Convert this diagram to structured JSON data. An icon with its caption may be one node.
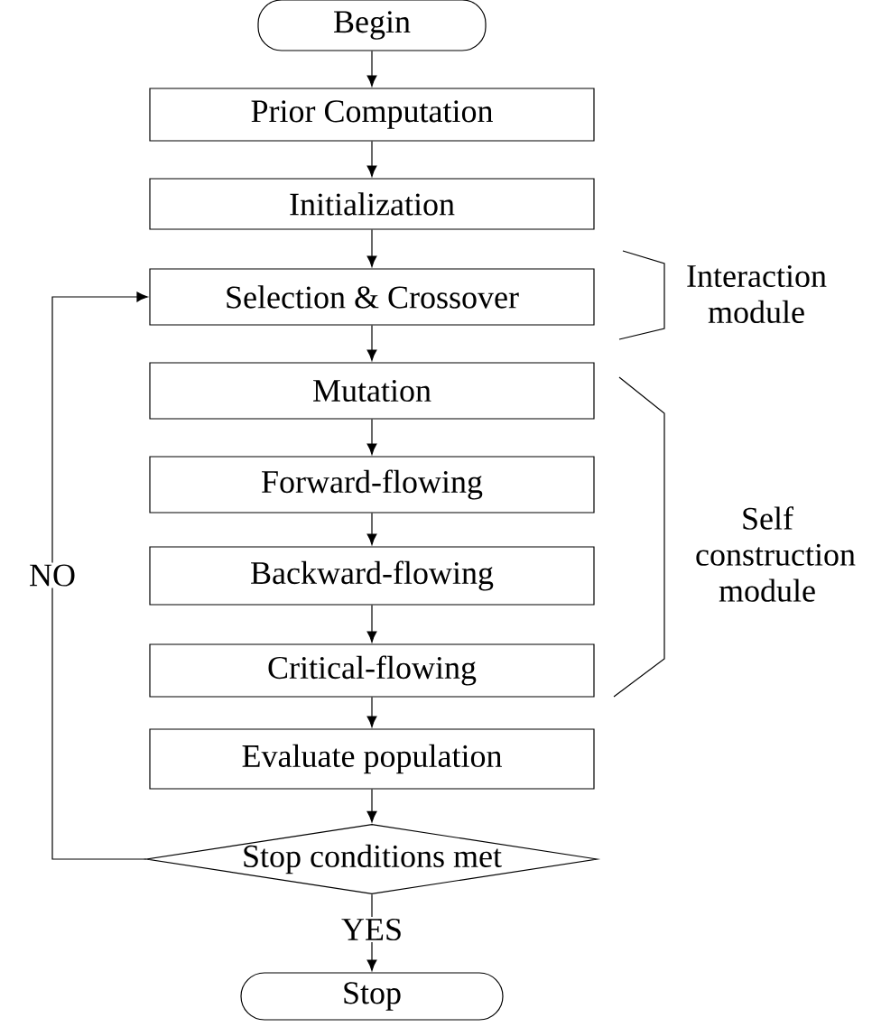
{
  "diagram": {
    "nodes": [
      {
        "text": [
          "Begin"
        ]
      },
      {
        "text": [
          "Prior Computation"
        ]
      },
      {
        "text": [
          "Initialization"
        ]
      },
      {
        "text": [
          "Selection & Crossover"
        ]
      },
      {
        "text": [
          "Mutation"
        ]
      },
      {
        "text": [
          "Forward-flowing"
        ]
      },
      {
        "text": [
          "Backward-flowing"
        ]
      },
      {
        "text": [
          "Critical-flowing"
        ]
      },
      {
        "text": [
          "Evaluate population"
        ]
      },
      {
        "text": [
          "Stop conditions met"
        ]
      },
      {
        "text": [
          "Stop"
        ]
      }
    ],
    "edges": [
      {
        "from": 0,
        "to": 1,
        "arrow": "to"
      },
      {
        "from": 1,
        "to": 2,
        "arrow": "to"
      },
      {
        "from": 2,
        "to": 3,
        "arrow": "to"
      },
      {
        "from": 3,
        "to": 4,
        "arrow": "to"
      },
      {
        "from": 4,
        "to": 5,
        "arrow": "to"
      },
      {
        "from": 5,
        "to": 6,
        "arrow": "to"
      },
      {
        "from": 6,
        "to": 7,
        "arrow": "to"
      },
      {
        "from": 7,
        "to": 8,
        "arrow": "to"
      },
      {
        "from": 8,
        "to": 9,
        "arrow": "to"
      },
      {
        "from": 9,
        "to": 10,
        "arrow": "to",
        "label": "YES"
      },
      {
        "from": 9,
        "to": 3,
        "arrow": "to",
        "label": "NO"
      }
    ],
    "labels": [
      "Interaction module",
      "Self construction module"
    ]
  }
}
